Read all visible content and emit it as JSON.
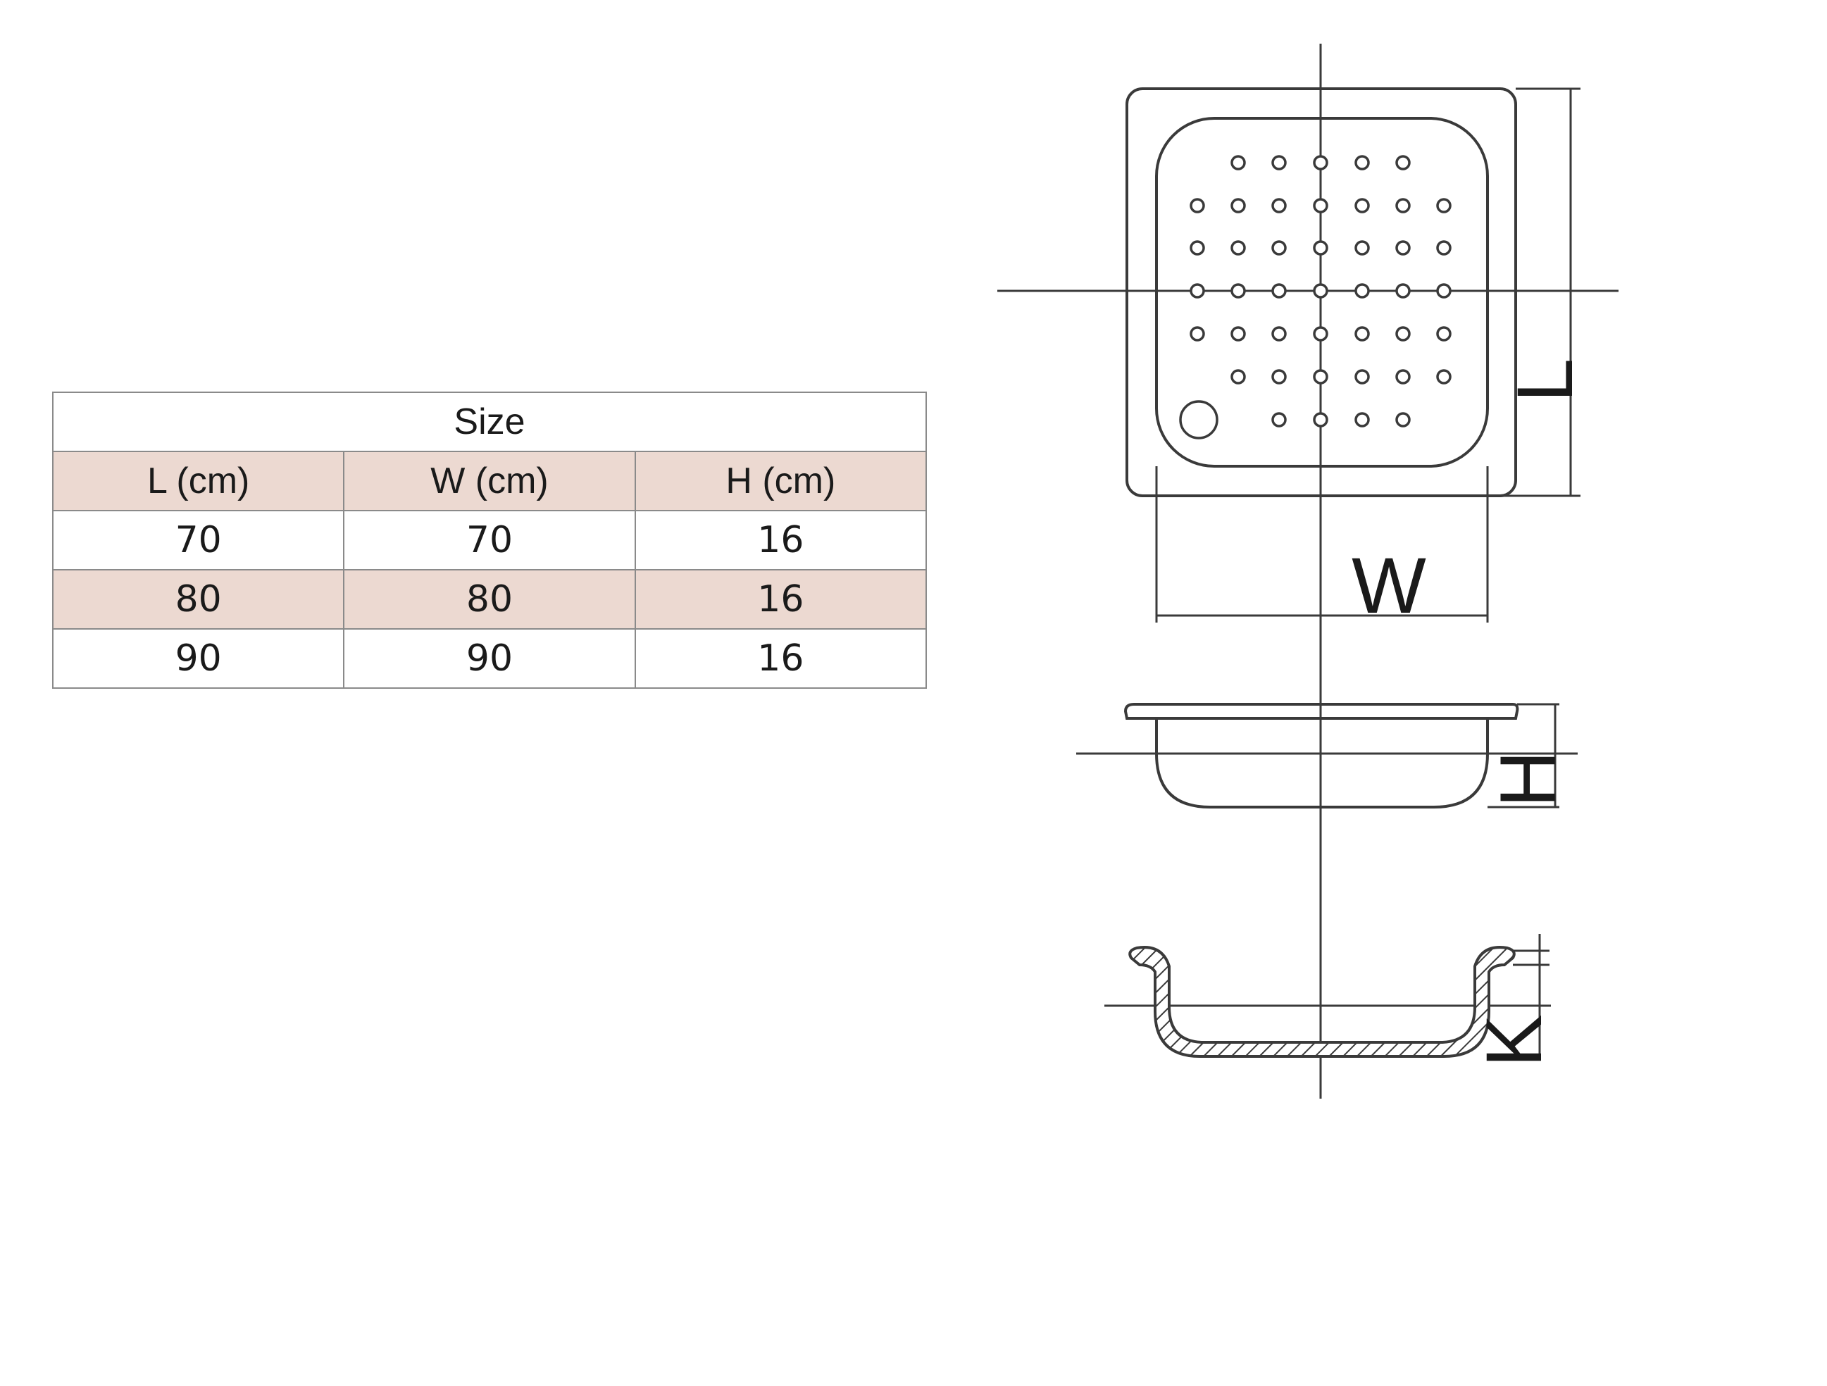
{
  "table": {
    "title": "Size",
    "headers": [
      "L (cm)",
      "W (cm)",
      "H (cm)"
    ],
    "rows": [
      [
        "70",
        "70",
        "16"
      ],
      [
        "80",
        "80",
        "16"
      ],
      [
        "90",
        "90",
        "16"
      ]
    ],
    "header_color": "#ecd9d1",
    "stripe_color": "#ecd9d1"
  },
  "drawing": {
    "dimension_labels": {
      "length": "L",
      "width": "W",
      "height": "H",
      "thickness": "K"
    },
    "line_color": "#3a3a3a"
  }
}
